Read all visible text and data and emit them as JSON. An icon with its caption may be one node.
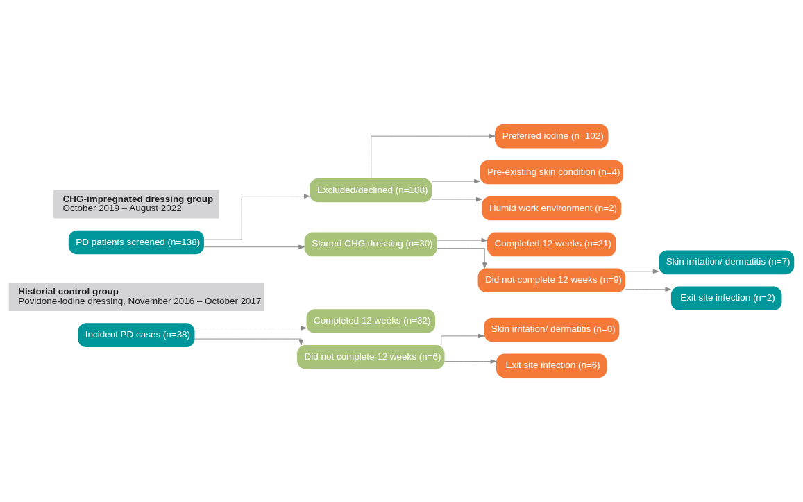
{
  "diagram": {
    "nodes": [
      {
        "text": [
          "Historial control group",
          "Povidone-iodine dressing, November 2016 – October 2017"
        ]
      },
      {
        "text": [
          "Incident PD cases (n=38)"
        ]
      },
      {
        "text": [
          "Completed 12 weeks (n=32)"
        ]
      },
      {
        "text": [
          "Did not complete 12 weeks (n=6)"
        ]
      },
      {
        "text": [
          "Skin irritation/ dermatitis (n=0)"
        ]
      },
      {
        "text": [
          "Exit site infection (n=6)"
        ]
      },
      {
        "text": [
          "CHG-impregnated dressing group",
          "October 2019 – August 2022"
        ]
      },
      {
        "text": [
          "PD patients screened (n=138)"
        ]
      },
      {
        "text": [
          "Excluded/declined (n=108)"
        ]
      },
      {
        "text": [
          "Started CHG dressing (n=30)"
        ]
      },
      {
        "text": [
          "Preferred iodine (n=102)"
        ]
      },
      {
        "text": [
          "Pre-existing skin condition (n=4)"
        ]
      },
      {
        "text": [
          "Humid work environment (n=2)"
        ]
      },
      {
        "text": [
          "Completed 12 weeks (n=21)"
        ]
      },
      {
        "text": [
          "Did not complete 12 weeks (n=9)"
        ]
      },
      {
        "text": [
          "Skin irritation/ dermatitis (n=7)"
        ]
      },
      {
        "text": [
          "Exit site infection (n=2)"
        ]
      }
    ],
    "edges": [
      {
        "from": 1,
        "to": 2,
        "arrow": "to"
      },
      {
        "from": 1,
        "to": 3,
        "arrow": "to"
      },
      {
        "from": 3,
        "to": 4,
        "arrow": "to"
      },
      {
        "from": 3,
        "to": 5,
        "arrow": "to"
      },
      {
        "from": 7,
        "to": 8,
        "arrow": "to"
      },
      {
        "from": 7,
        "to": 9,
        "arrow": "to"
      },
      {
        "from": 8,
        "to": 10,
        "arrow": "to"
      },
      {
        "from": 8,
        "to": 11,
        "arrow": "to"
      },
      {
        "from": 8,
        "to": 12,
        "arrow": "to"
      },
      {
        "from": 9,
        "to": 13,
        "arrow": "to"
      },
      {
        "from": 9,
        "to": 14,
        "arrow": "to"
      },
      {
        "from": 14,
        "to": 15,
        "arrow": "to"
      },
      {
        "from": 14,
        "to": 16,
        "arrow": "to"
      }
    ]
  }
}
